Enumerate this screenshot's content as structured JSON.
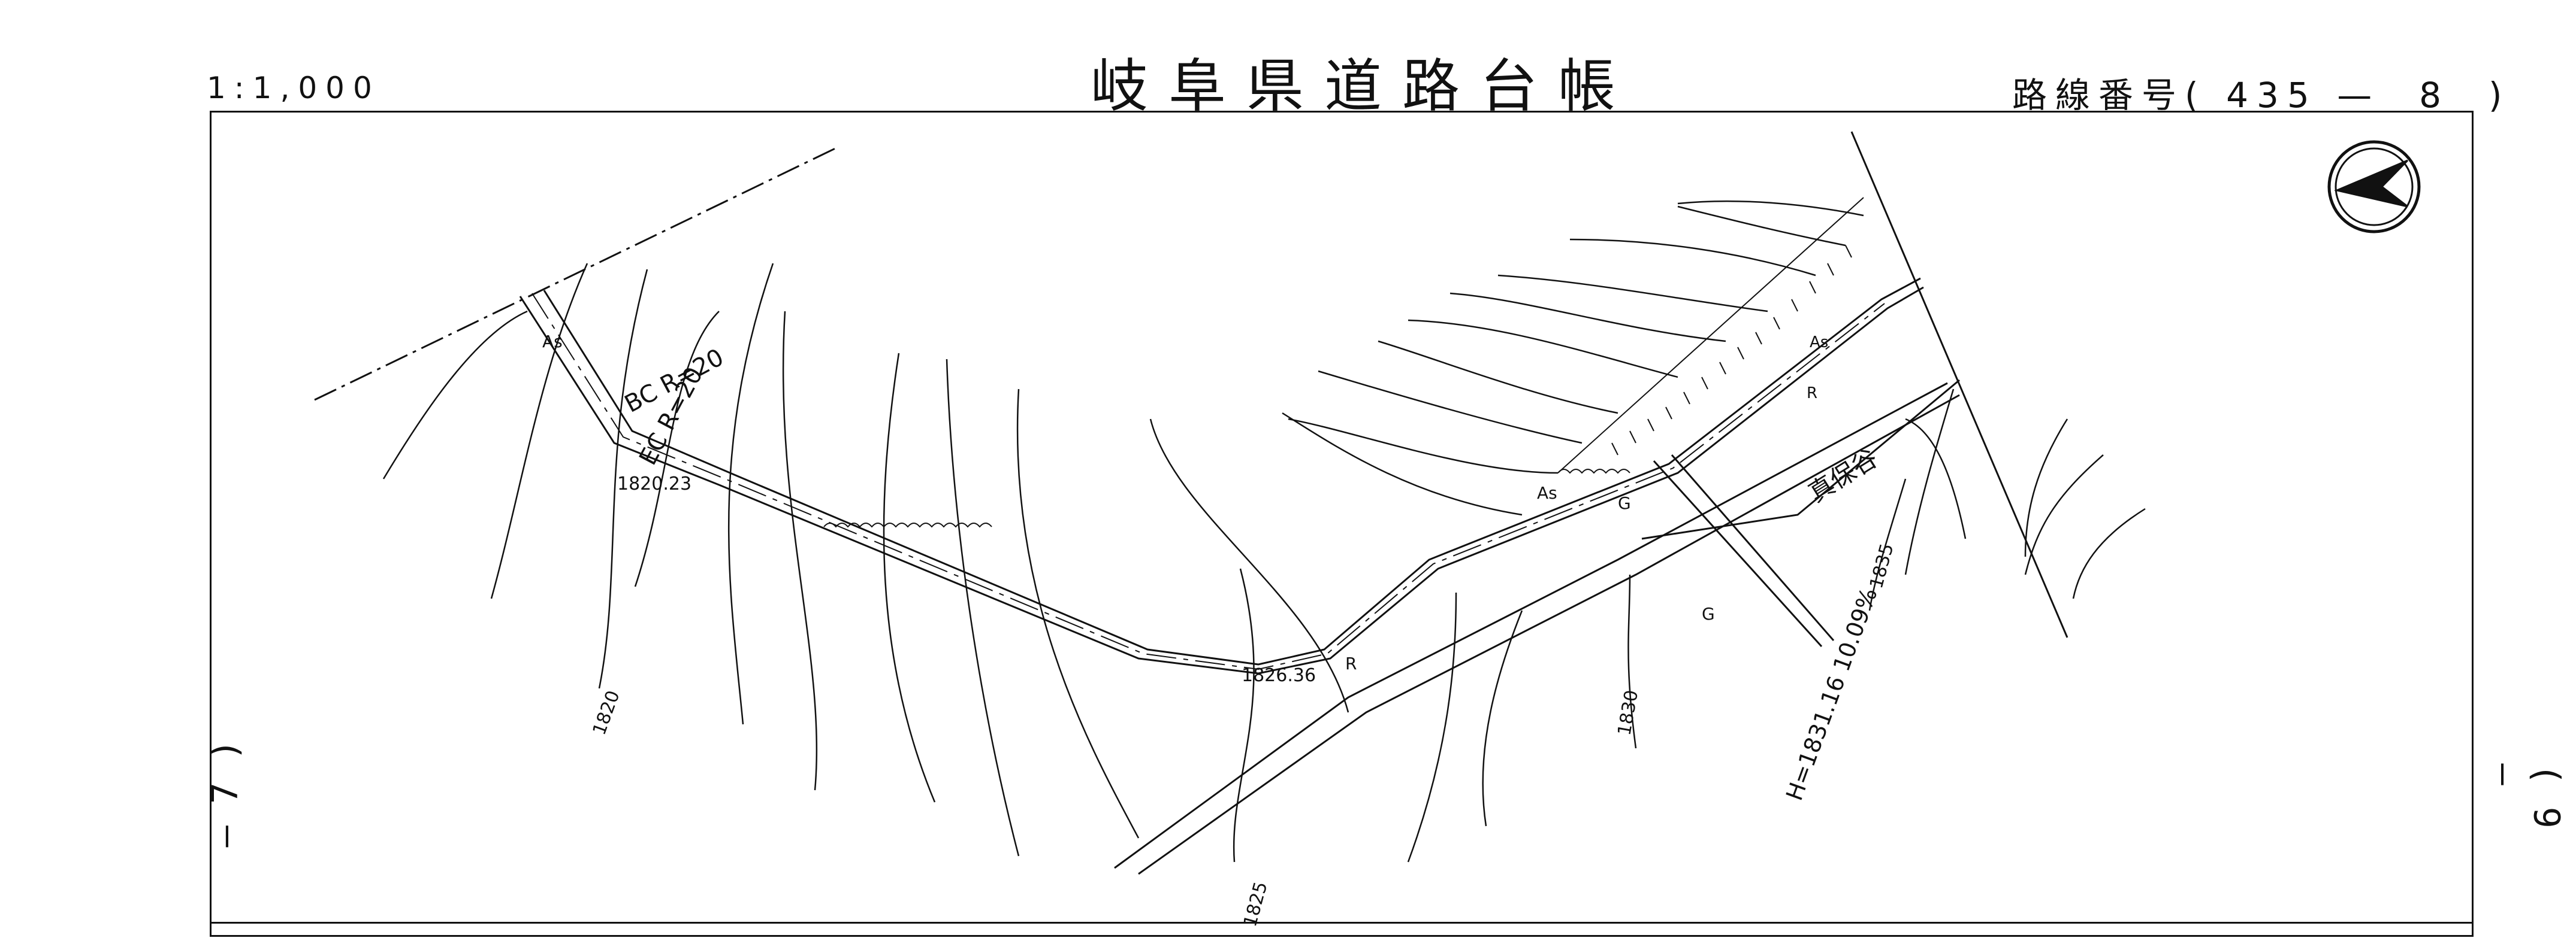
{
  "header": {
    "scale": "1:1,000",
    "title": "岐阜県道路台帳",
    "route_label": "路線番号",
    "route_number": "435",
    "route_dash": "—",
    "route_section": "8",
    "route_paren_open": "(",
    "route_paren_close": ")"
  },
  "page_marks": {
    "left": "— 7 )",
    "right": "( 9 —"
  },
  "map_labels": {
    "as_left": "As",
    "bc": "BC R=20",
    "ec": "EC R=20",
    "elev_18202": "1820.23",
    "elev_182636": "1826.36",
    "contour_1820": "1820",
    "contour_1825": "1825",
    "contour_1830": "1830",
    "contour_1835": "1835",
    "as_mid": "As",
    "as_right": "As",
    "r_mid": "R",
    "r_right": "R",
    "g_1": "G",
    "g_2": "G",
    "grade": "H=1831.16 10.09%",
    "river": "真保谷"
  },
  "colors": {
    "line": "#111111",
    "background": "#ffffff"
  }
}
